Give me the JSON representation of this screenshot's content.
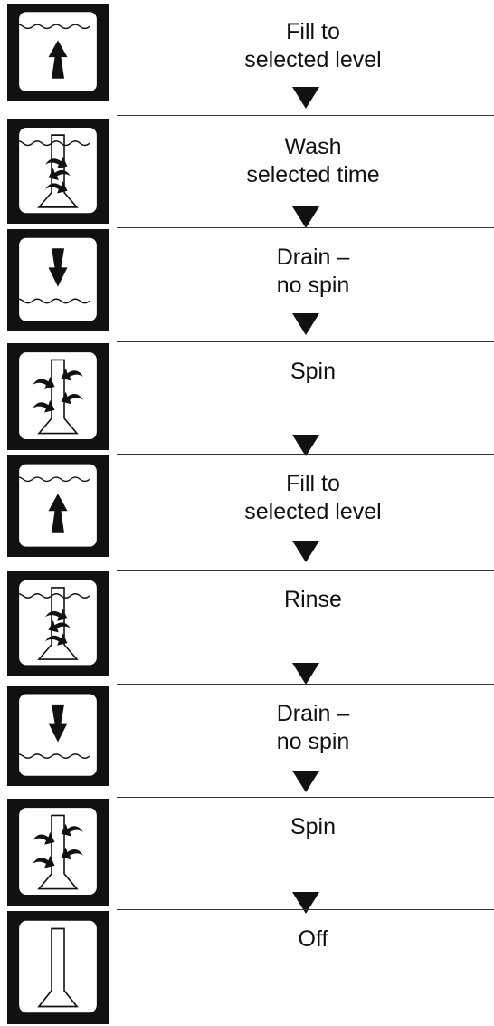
{
  "steps": [
    {
      "icon": "fill-icon",
      "lines": [
        "Fill to",
        "selected level"
      ],
      "arrow": true
    },
    {
      "icon": "wash-icon",
      "lines": [
        "Wash",
        "selected time"
      ],
      "arrow": true
    },
    {
      "icon": "drain-icon",
      "lines": [
        "Drain –",
        "no spin"
      ],
      "arrow": true
    },
    {
      "icon": "spin-icon",
      "lines": [
        "Spin"
      ],
      "arrow": true
    },
    {
      "icon": "fill-icon",
      "lines": [
        "Fill to",
        "selected level"
      ],
      "arrow": true
    },
    {
      "icon": "wash-icon",
      "lines": [
        "Rinse"
      ],
      "arrow": true
    },
    {
      "icon": "drain-icon",
      "lines": [
        "Drain –",
        "no spin"
      ],
      "arrow": true
    },
    {
      "icon": "spin-icon",
      "lines": [
        "Spin"
      ],
      "arrow": true
    },
    {
      "icon": "off-icon",
      "lines": [
        "Off"
      ],
      "arrow": false
    }
  ]
}
